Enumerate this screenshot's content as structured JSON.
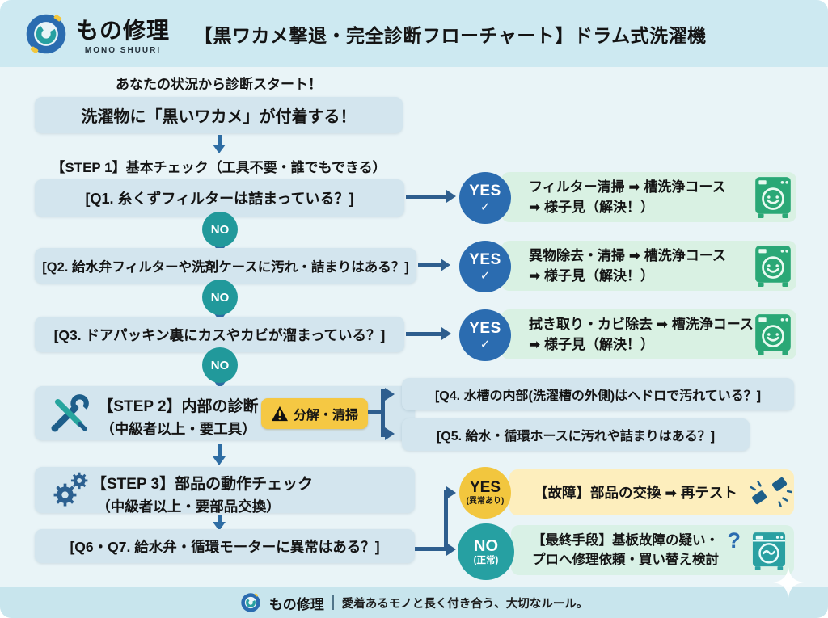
{
  "header": {
    "brand": "もの修理",
    "brand_sub": "MONO SHUURI",
    "title": "【黒ワカメ撃退・完全診断フローチャート】ドラム式洗濯機"
  },
  "labels": {
    "yes": "YES",
    "no": "NO",
    "check": "✓"
  },
  "flow": {
    "start_hint": "あなたの状況から診断スタート！",
    "start_box": "洗濯物に「黒いワカメ」が付着する！",
    "step1_label": "【STEP 1】基本チェック（工具不要・誰でもできる）",
    "q1": {
      "label": "[Q1. 糸くずフィルターは詰まっている？]",
      "result1": "フィルター清掃 ➡ 槽洗浄コース",
      "result2": "➡ 様子見（解決！）"
    },
    "q2": {
      "label": "[Q2. 給水弁フィルターや洗剤ケースに汚れ・詰まりはある？]",
      "result1": "異物除去・清掃 ➡ 槽洗浄コース",
      "result2": "➡ 様子見（解決！）"
    },
    "q3": {
      "label": "[Q3. ドアパッキン裏にカスやカビが溜まっている？]",
      "result1": "拭き取り・カビ除去 ➡ 槽洗浄コース",
      "result2": "➡ 様子見（解決！）"
    },
    "step2": {
      "line1": "【STEP 2】内部の診断",
      "line2": "（中級者以上・要工具）",
      "badge": "分解・清掃"
    },
    "q4": {
      "label": "[Q4. 水槽の内部(洗濯槽の外側)はヘドロで汚れている？]"
    },
    "q5": {
      "label": "[Q5. 給水・循環ホースに汚れや詰まりはある？]"
    },
    "step3": {
      "line1": "【STEP 3】部品の動作チェック",
      "line2": "（中級者以上・要部品交換）"
    },
    "q67": {
      "label": "[Q6・Q7. 給水弁・循環モーターに異常はある？]"
    },
    "fault": {
      "yes": "YES",
      "yes_sub": "(異常あり)",
      "text": "【故障】部品の交換 ➡ 再テスト"
    },
    "final": {
      "no": "NO",
      "no_sub": "(正常)",
      "line1": "【最終手段】基板故障の疑い・",
      "line2": "プロへ修理依頼・買い替え検討",
      "qmark": "?"
    }
  },
  "footer": {
    "brand": "もの修理",
    "tagline": "愛着あるモノと長く付き合う、大切なルール。"
  },
  "colors": {
    "yes_blue": "#2b6cb0",
    "no_teal": "#21999b",
    "machine_green": "#2aa876",
    "warning_yellow": "#f5c843",
    "box_blue": "#d3e5ee",
    "result_green": "#d9f1e3"
  }
}
